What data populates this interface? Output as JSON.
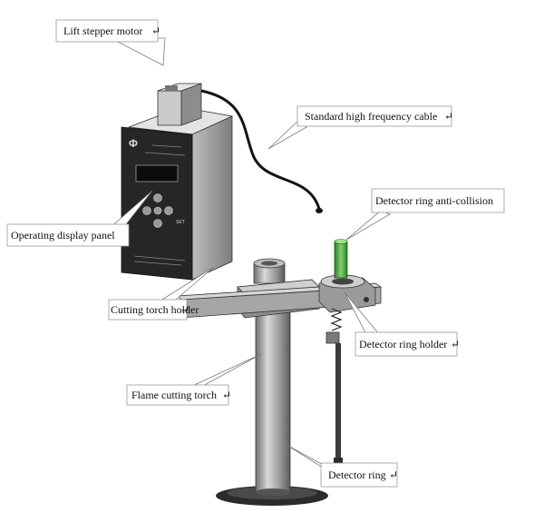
{
  "diagram": {
    "labels": {
      "lift_stepper_motor": "Lift stepper motor",
      "hf_cable": "Standard high frequency cable",
      "anti_collision": "Detector ring anti-collision",
      "display_panel": "Operating display panel",
      "torch_holder": "Cutting torch holder",
      "ring_holder": "Detector ring holder",
      "flame_torch": "Flame cutting torch",
      "detector_ring": "Detector ring"
    },
    "return_mark": "↵"
  },
  "colors": {
    "body_dark": "#2a2a2a",
    "metal_light": "#c9c9c9",
    "metal_mid": "#9c9c9c",
    "metal_dark": "#5e5e5e",
    "green_rod": "#4caf3f",
    "cable": "#1a1a1a"
  }
}
